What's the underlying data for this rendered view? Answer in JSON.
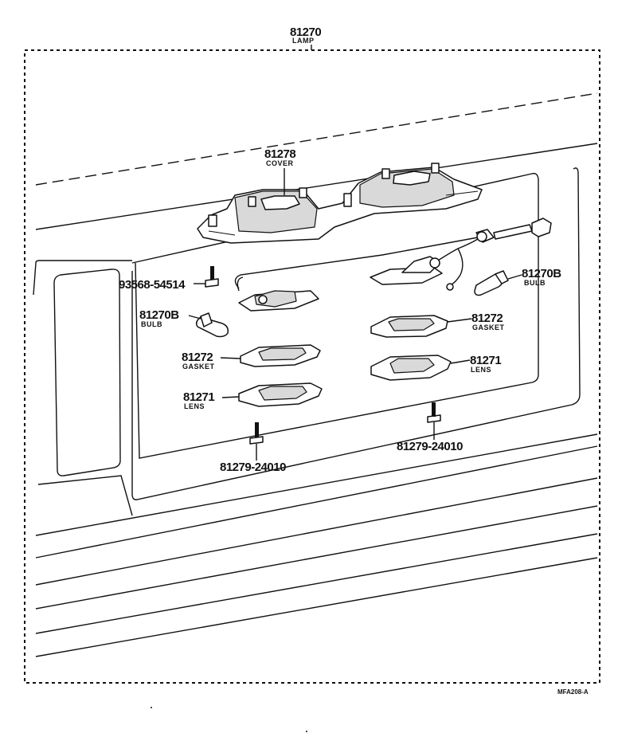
{
  "diagram": {
    "assembly": {
      "number": "81270",
      "name": "LAMP"
    },
    "labels": [
      {
        "id": "cover",
        "number": "81278",
        "name": "COVER"
      },
      {
        "id": "screw-top",
        "number": "93568-54514",
        "name": ""
      },
      {
        "id": "bulb-right",
        "number": "81270B",
        "name": "BULB"
      },
      {
        "id": "bulb-left",
        "number": "81270B",
        "name": "BULB"
      },
      {
        "id": "gasket-right",
        "number": "81272",
        "name": "GASKET"
      },
      {
        "id": "gasket-left",
        "number": "81272",
        "name": "GASKET"
      },
      {
        "id": "lens-right",
        "number": "81271",
        "name": "LENS"
      },
      {
        "id": "lens-left",
        "number": "81271",
        "name": "LENS"
      },
      {
        "id": "screw-left",
        "number": "81279-24010",
        "name": ""
      },
      {
        "id": "screw-right",
        "number": "81279-24010",
        "name": ""
      }
    ],
    "reference_code": "MFA208-A"
  }
}
